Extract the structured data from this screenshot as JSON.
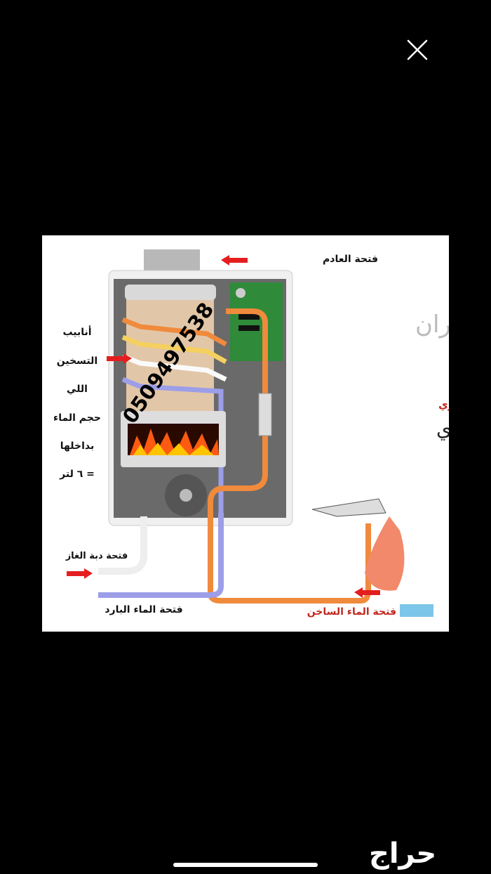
{
  "viewer": {
    "close_icon": "close-icon",
    "brand_logo": "حراج"
  },
  "diagram": {
    "exhaust_label": "فتحة العادم",
    "left_labels": [
      "أنابيب",
      "التسخين",
      "اللي",
      "حجم الماء",
      "بداخلها",
      "= ٦ لتر"
    ],
    "phone_watermark": "0509497538",
    "brand_watermark": "عسران",
    "title_red": "فكرة عمل السخان الغازي",
    "title_black": "السخان الغازي",
    "gas_inlet_label": "فتحة دبة الغاز",
    "cold_water_label": "فتحة الماء البارد",
    "hot_water_label": "فتحة الماء الساخن",
    "colors": {
      "red": "#e41e1e",
      "hot_pipe": "#f08a3c",
      "cold_pipe": "#9c9ee8",
      "board": "#2f8a3a"
    }
  }
}
